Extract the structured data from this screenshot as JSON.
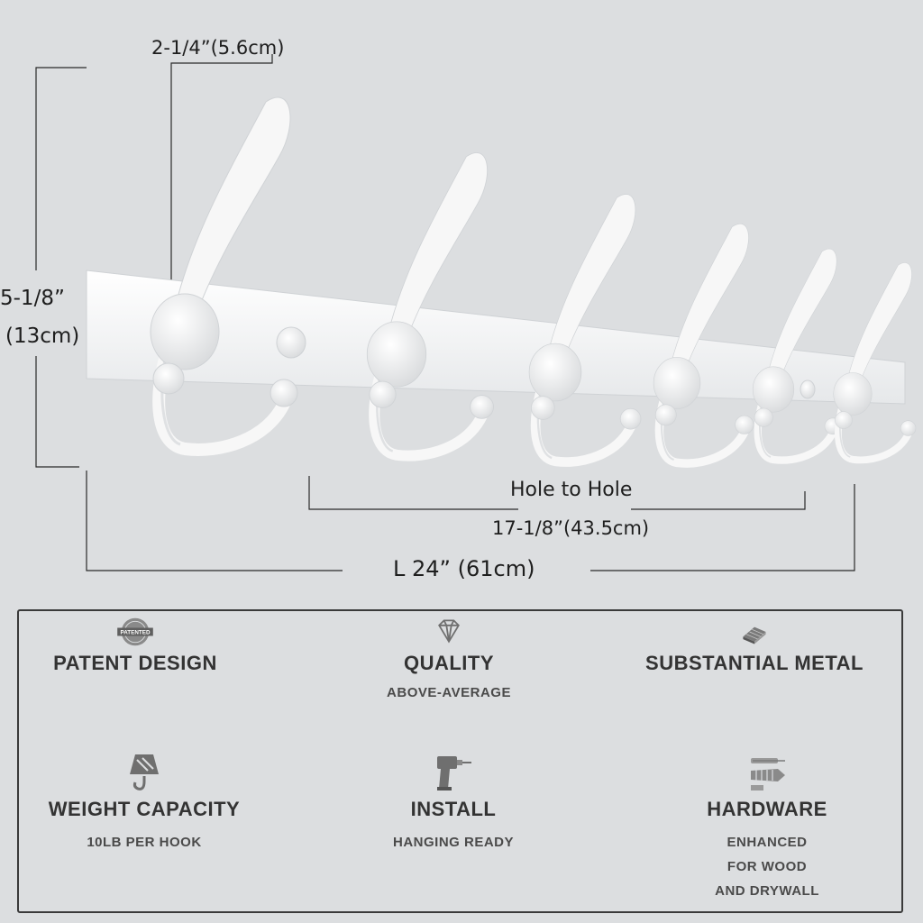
{
  "dimensions": {
    "depth": "2-1/4”(5.6cm)",
    "height_in": "5-1/8”",
    "height_cm": "(13cm)",
    "hole_label": "Hole to Hole",
    "hole_value": "17-1/8”(43.5cm)",
    "length": "L 24” (61cm)"
  },
  "product": {
    "hook_count": 6,
    "color": "#f7f7f7"
  },
  "features": [
    {
      "title": "PATENT DESIGN",
      "sub": "",
      "icon": "patented-badge-icon",
      "badge_text": "PATENTED"
    },
    {
      "title": "QUALITY",
      "sub": "ABOVE-AVERAGE",
      "icon": "diamond-icon"
    },
    {
      "title": "SUBSTANTIAL METAL",
      "sub": "",
      "icon": "metal-plate-icon"
    },
    {
      "title": "WEIGHT CAPACITY",
      "sub": "10LB PER HOOK",
      "icon": "weight-hook-icon"
    },
    {
      "title": "INSTALL",
      "sub": "HANGING READY",
      "icon": "drill-icon"
    },
    {
      "title": "HARDWARE",
      "sub": "ENHANCED\nFOR WOOD\nAND DRYWALL",
      "icon": "anchor-screw-icon"
    }
  ],
  "colors": {
    "background": "#dcdee0",
    "text": "#333333",
    "icon": "#6f6f6f"
  }
}
